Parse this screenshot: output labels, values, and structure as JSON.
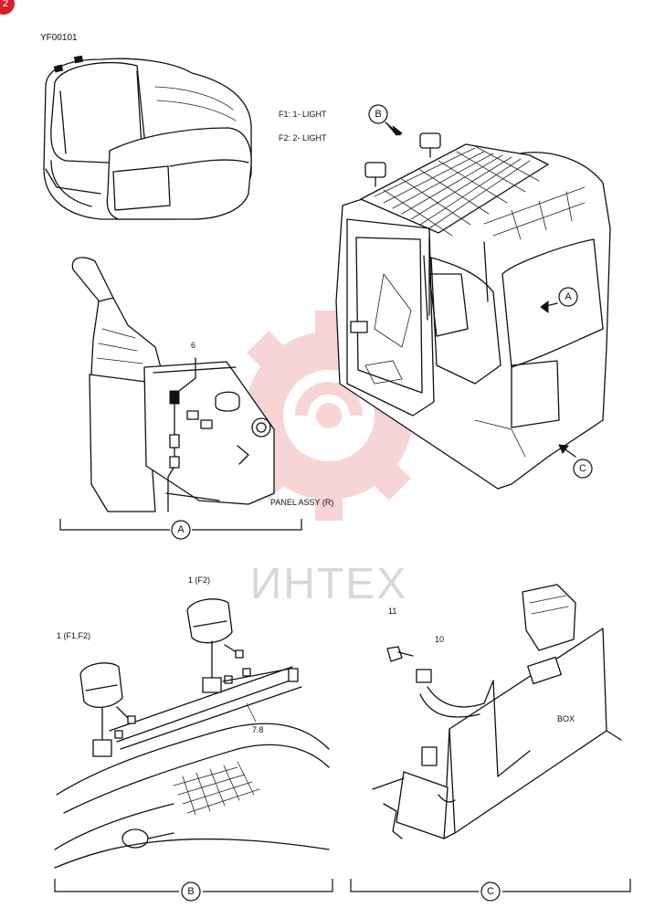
{
  "page_badge": "2",
  "doc_code": "YF00101",
  "legend": {
    "f1": "F1: 1- LIGHT",
    "f2": "F2: 2- LIGHT"
  },
  "callouts": {
    "a": "A",
    "b": "B",
    "c": "C"
  },
  "part_numbers": {
    "switch_6": "6",
    "panel": "PANEL ASSY (R)",
    "light_f2": "1 (F2)",
    "light_f1f2": "1 (F1.F2)",
    "harness_78": "7.8",
    "bolt_11": "11",
    "relay_10": "10",
    "box": "BOX"
  },
  "watermark": "ИНТЕХ",
  "colors": {
    "watermark": "#f2b3b3",
    "badge": "#d9202a",
    "line": "#111111"
  }
}
